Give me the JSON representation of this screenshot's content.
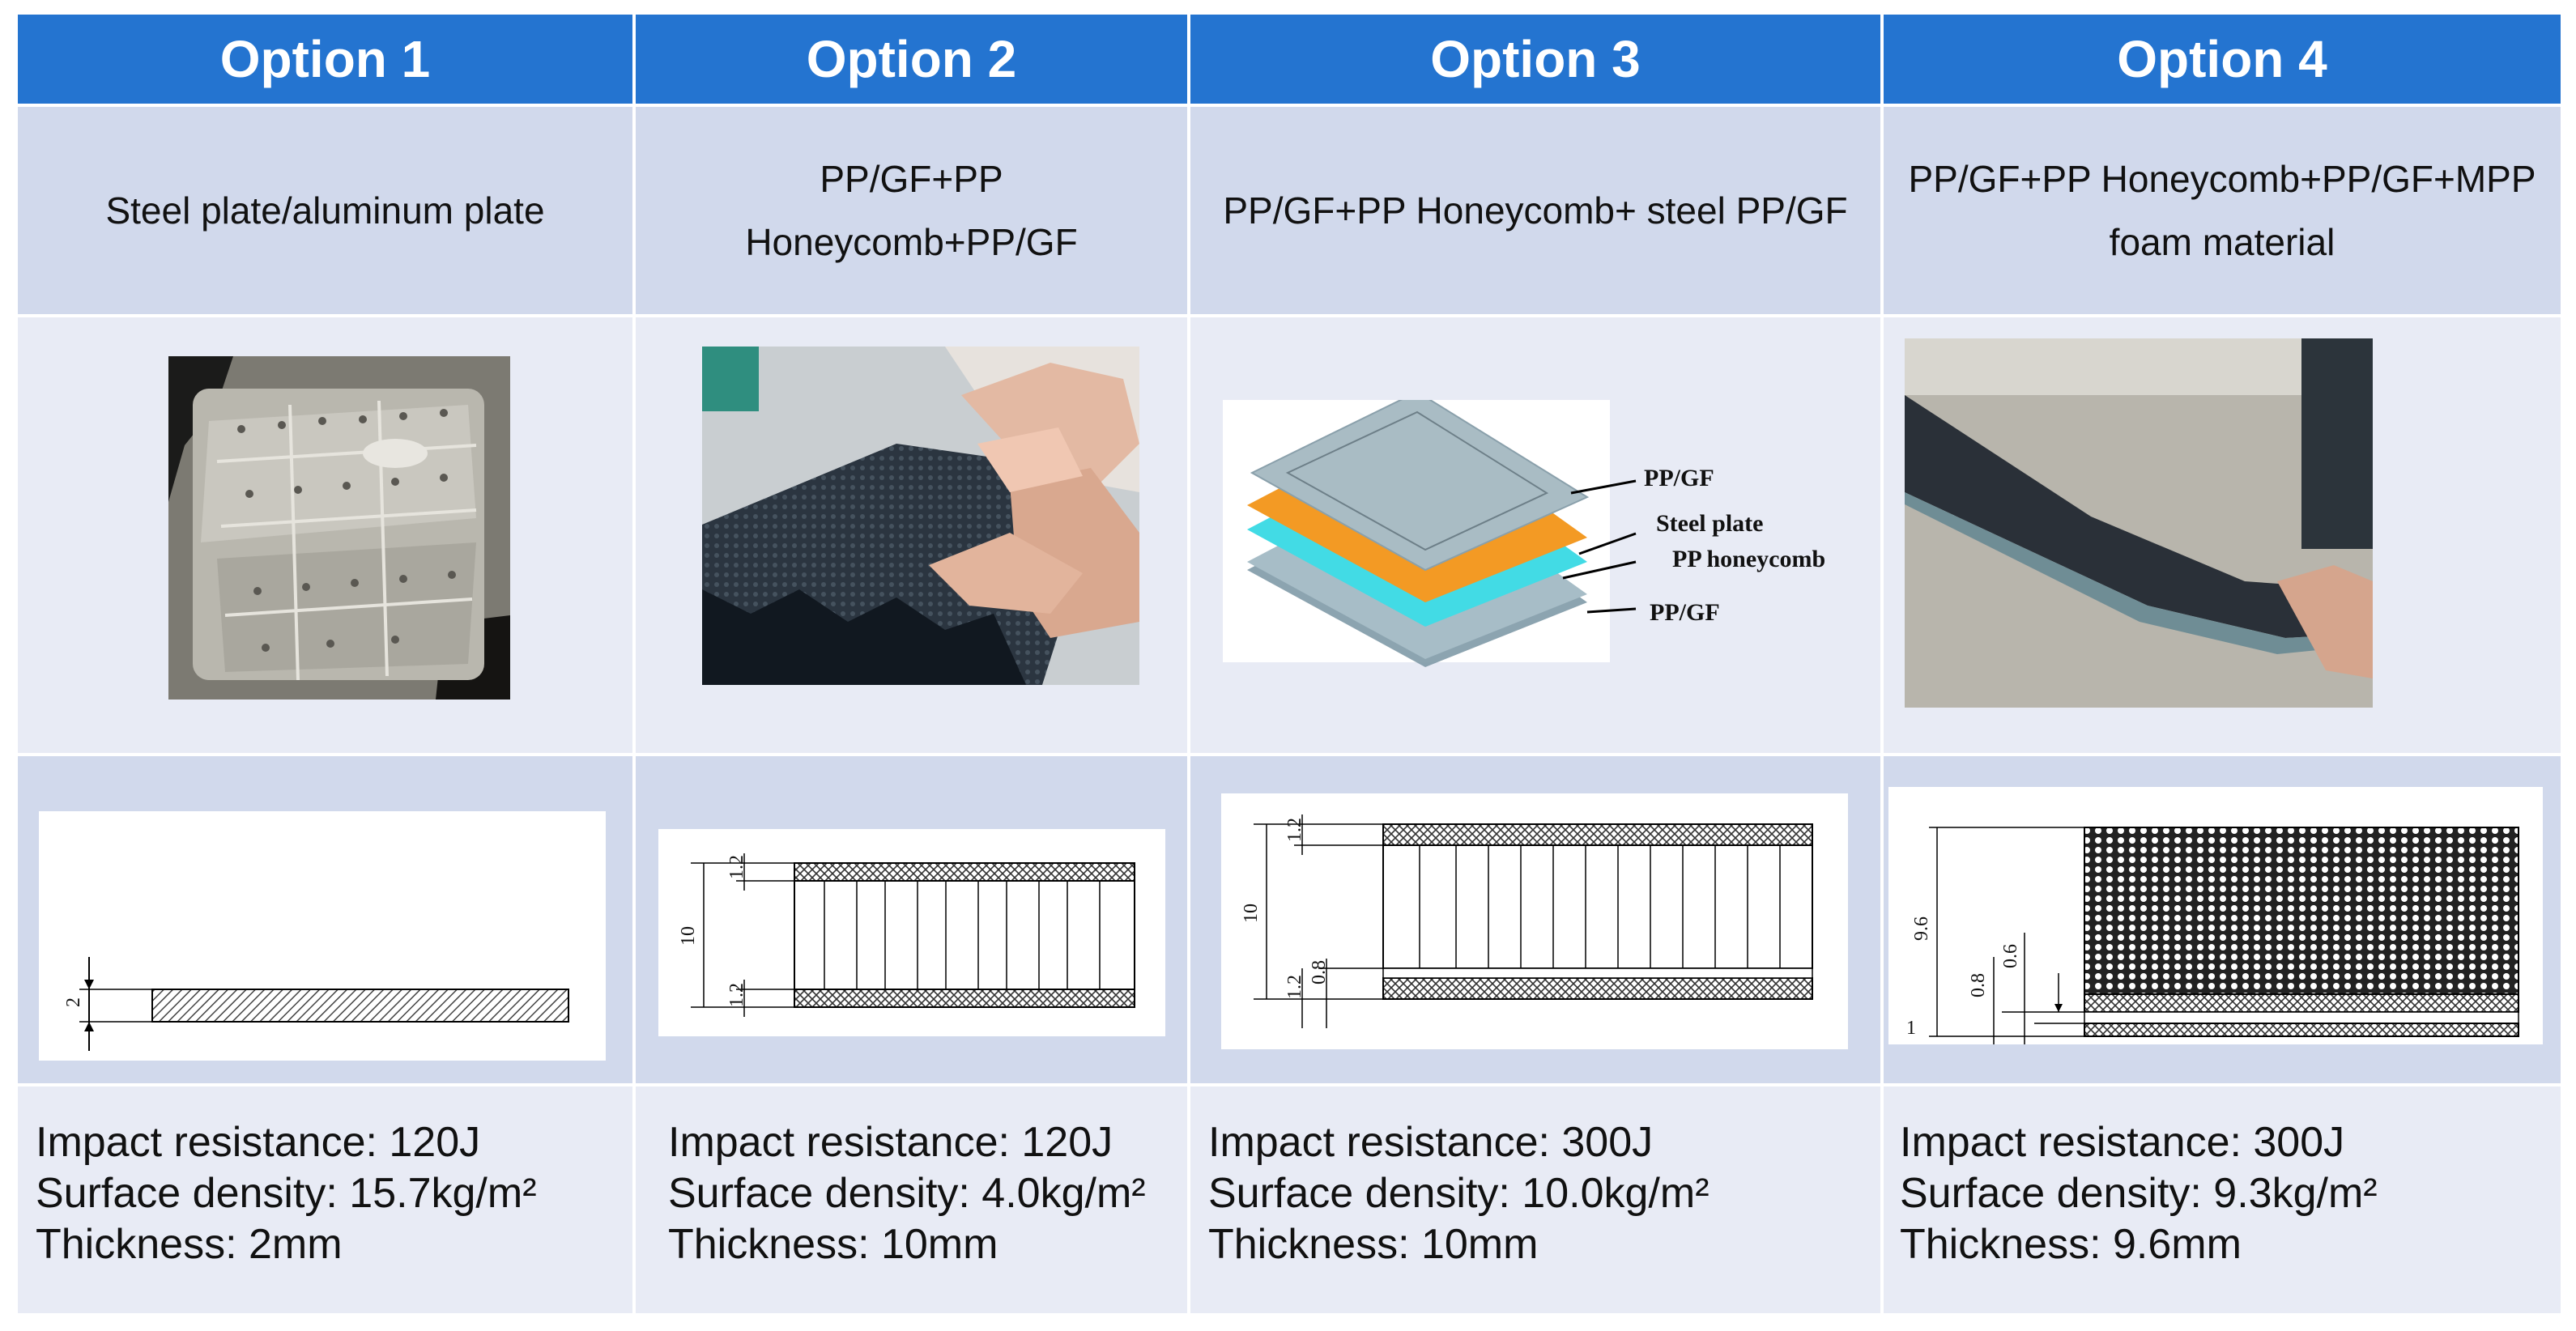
{
  "headers": [
    "Option 1",
    "Option 2",
    "Option 3",
    "Option 4"
  ],
  "descriptions": [
    {
      "line1": "Steel plate/aluminum plate",
      "line2": ""
    },
    {
      "line1": "PP/GF+PP",
      "line2": "Honeycomb+PP/GF"
    },
    {
      "line1": "PP/GF+PP Honeycomb+ steel PP/GF",
      "line2": ""
    },
    {
      "line1": "PP/GF+PP Honeycomb+PP/GF+MPP",
      "line2": "foam material"
    }
  ],
  "diagram_labels": {
    "top": "PP/GF",
    "steel": "Steel  plate",
    "honeycomb": "PP honeycomb",
    "bottom": "PP/GF"
  },
  "dims": {
    "o1": {
      "t": "2"
    },
    "o2": {
      "a": "1.2",
      "b": "10",
      "c": "1.2"
    },
    "o3": {
      "a": "1.2",
      "b": "10",
      "c": "1.2",
      "d": "0.8"
    },
    "o4": {
      "a": "9.6",
      "b": "0.8",
      "c": "0.6",
      "d": "1"
    }
  },
  "specs": [
    {
      "impact": "Impact resistance: 120J",
      "density": "Surface density: 15.7kg/m²",
      "thickness": "Thickness: 2mm"
    },
    {
      "impact": "Impact resistance: 120J",
      "density": "Surface density: 4.0kg/m²",
      "thickness": "Thickness: 10mm"
    },
    {
      "impact": "Impact resistance: 300J",
      "density": "Surface density: 10.0kg/m²",
      "thickness": "Thickness: 10mm"
    },
    {
      "impact": "Impact resistance: 300J",
      "density": "Surface density: 9.3kg/m²",
      "thickness": "Thickness: 9.6mm"
    }
  ],
  "colors": {
    "header_bg": "#2474d0",
    "row_dark": "#d1d9ec",
    "row_light": "#e8ebf5",
    "steel_layer": "#f7931e",
    "honeycomb_layer": "#3ee0ea"
  }
}
